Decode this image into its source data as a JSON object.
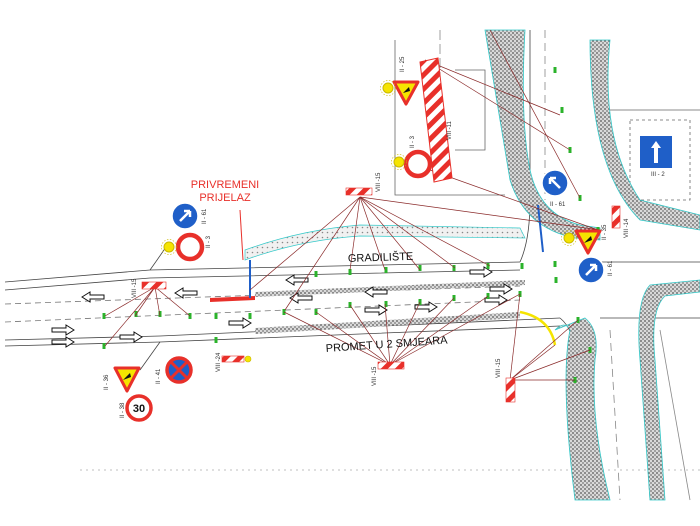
{
  "labels": {
    "temp_crossing_line1": "PRIVREMENI",
    "temp_crossing_line2": "PRIJELAZ",
    "worksite": "GRADILIŠTE",
    "two_way_traffic": "PROMET U 2 SMJEARA"
  },
  "sign_codes": {
    "ii_25": "II - 25",
    "ii_3_top": "II - 3",
    "viii_11": "VIII -11",
    "iii_2": "III - 2",
    "viii_15_top": "VIII -15",
    "ii_61_right": "II - 61",
    "ii_61_bottom": "II - 61",
    "viii_14": "VIII -14",
    "ii_35": "II - 35",
    "ii_61_left": "II - 61",
    "ii_3_left": "II - 3",
    "viii_15_left": "VIII -15",
    "viii_24": "VIII -24",
    "ii_41": "II - 41",
    "ii_36": "II - 36",
    "ii_38": "II - 38",
    "viii_15_bottom": "VIII -15",
    "viii_15_right": "VIII -15"
  },
  "speed_limit": "30",
  "colors": {
    "worksite_hatch": "#7a7a7a",
    "traffic_line_red": "#e8302a",
    "sign_blue": "#1f5fc8",
    "signal_yellow": "#f5e400",
    "marker_green": "#2bb32b",
    "leader_line": "#8a2a2a",
    "curb_cyan": "#33c9c9"
  },
  "icons": {
    "mandatory": "direction-arrow-icon",
    "no_entry": "no-entry-icon",
    "roadworks": "roadworks-triangle-icon",
    "no_stopping": "no-stopping-icon",
    "barrier": "barrier-board-icon",
    "warning_light": "warning-light-icon"
  }
}
